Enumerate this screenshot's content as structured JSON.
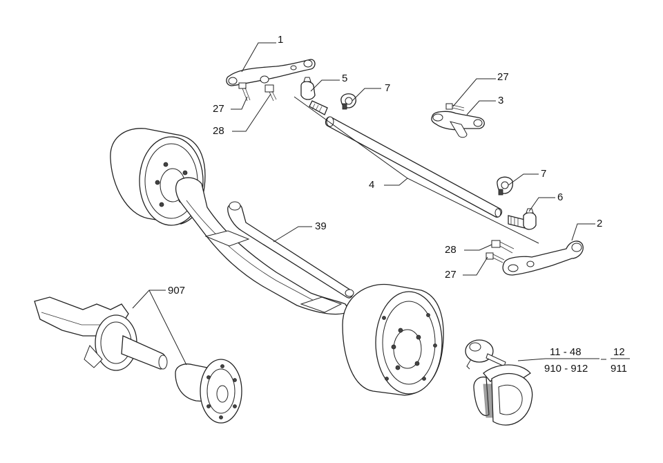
{
  "callouts": {
    "c1": "1",
    "c27a": "27",
    "c28a": "28",
    "c5": "5",
    "c7a": "7",
    "c27b": "27",
    "c3": "3",
    "c4": "4",
    "c7b": "7",
    "c6": "6",
    "c2": "2",
    "c28b": "28",
    "c27c": "27",
    "c39": "39",
    "c907": "907",
    "c11_48": "11 - 48",
    "c910_912": "910 - 912",
    "c12": "12",
    "c911": "911"
  },
  "colors": {
    "line": "#222222",
    "background": "#ffffff"
  }
}
